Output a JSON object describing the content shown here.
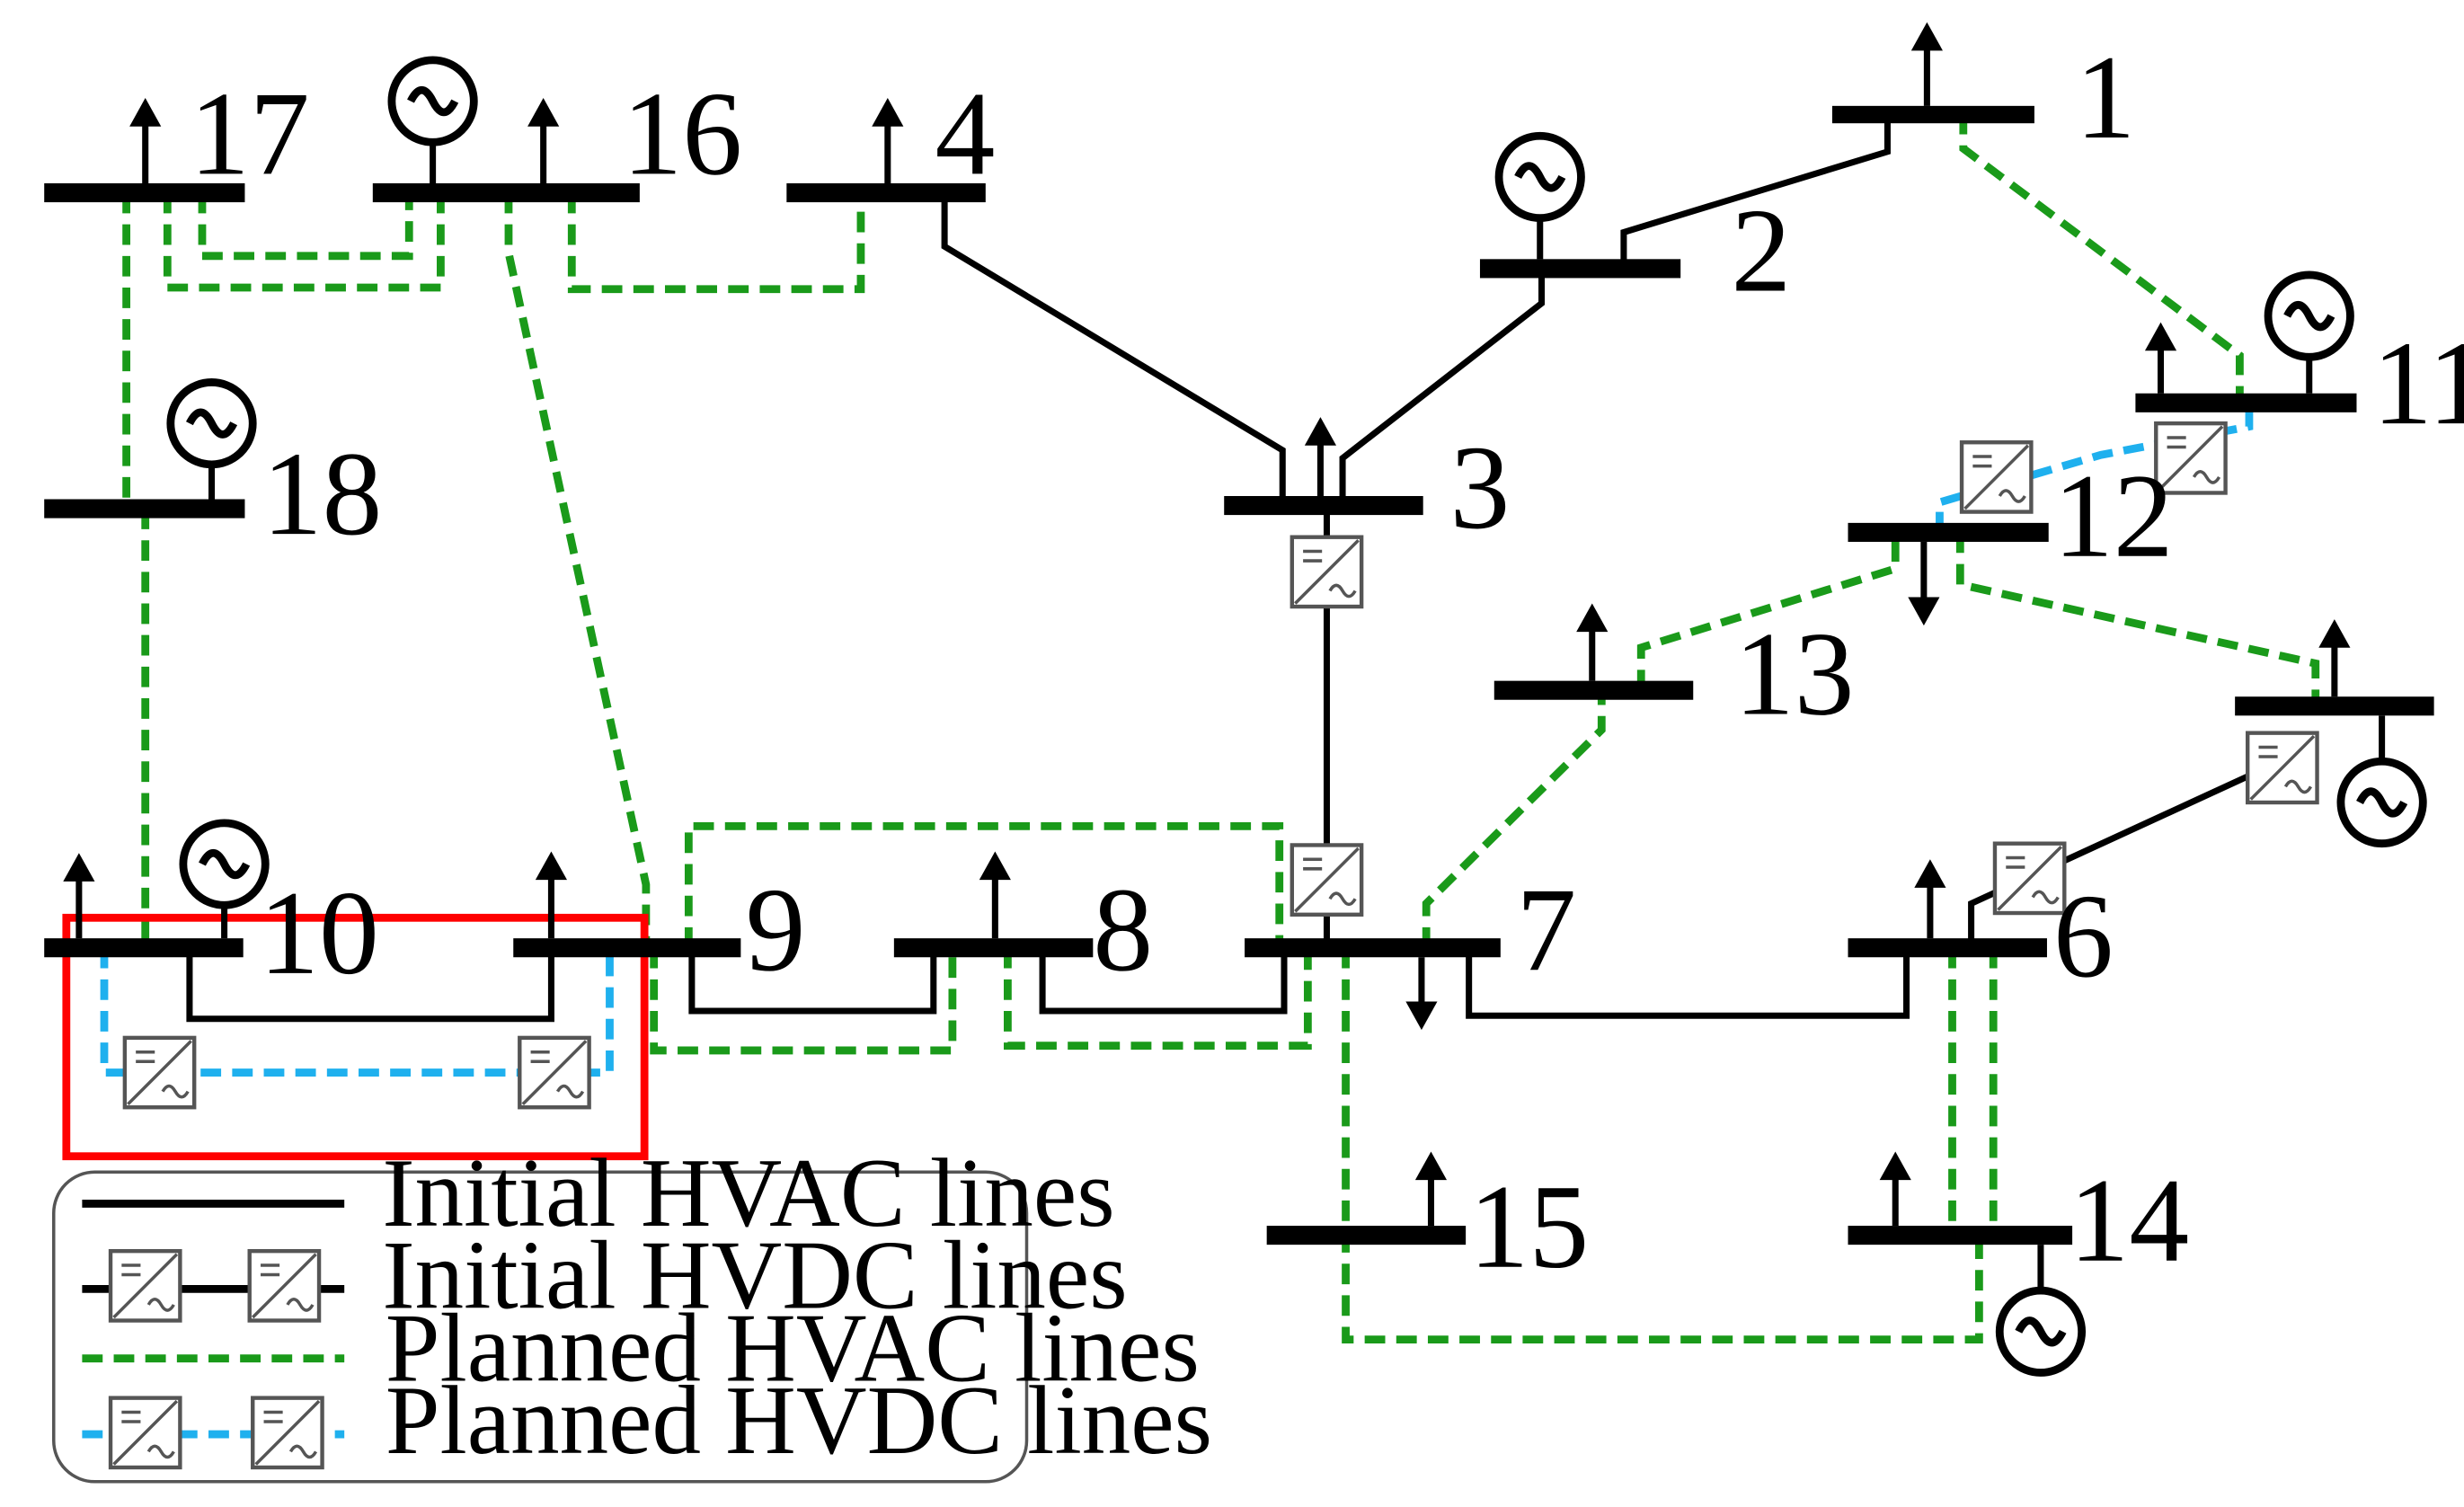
{
  "colors": {
    "hvac_initial": "#000000",
    "hvac_planned": "#1a9a1a",
    "hvdc_planned": "#1fb0ee",
    "highlight_box": "#ff0000",
    "converter_border": "#555555"
  },
  "buses": {
    "b1": "1",
    "b2": "2",
    "b3": "3",
    "b4": "4",
    "b6": "6",
    "b7": "7",
    "b8": "8",
    "b9": "9",
    "b10": "10",
    "b11": "11",
    "b12": "12",
    "b13": "13",
    "b14": "14",
    "b15": "15",
    "b16": "16",
    "b17": "17",
    "b18": "18"
  },
  "icons": {
    "generator": "generator-icon",
    "load": "load-arrow-icon",
    "converter": "converter-icon"
  },
  "legend": {
    "initial_hvac": "Initial HVAC lines",
    "initial_hvdc": "Initial HVDC lines",
    "planned_hvac": "Planned HVAC lines",
    "planned_hvdc": "Planned HVDC lines"
  }
}
